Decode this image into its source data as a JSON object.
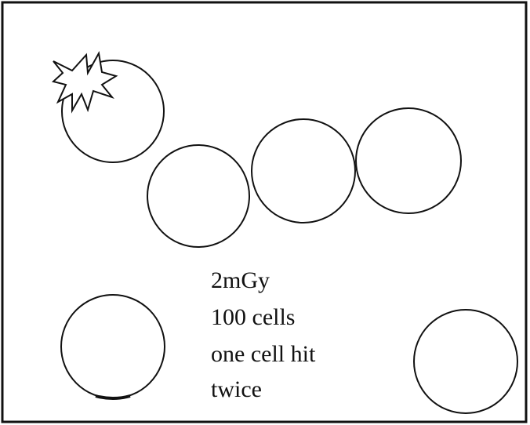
{
  "caption": {
    "lines": [
      "2mGy",
      "100 cells",
      "one cell hit",
      "twice"
    ]
  },
  "cells": [
    {
      "id": "cell-hit-top-left",
      "hit": true
    },
    {
      "id": "cell-middle-1",
      "hit": false
    },
    {
      "id": "cell-middle-2",
      "hit": false
    },
    {
      "id": "cell-middle-3",
      "hit": false
    },
    {
      "id": "cell-bottom-left",
      "hit": false
    },
    {
      "id": "cell-bottom-right",
      "hit": false
    }
  ],
  "icons": {
    "hit_marker": "starburst-icon"
  },
  "colors": {
    "stroke": "#111111",
    "background": "#ffffff"
  }
}
